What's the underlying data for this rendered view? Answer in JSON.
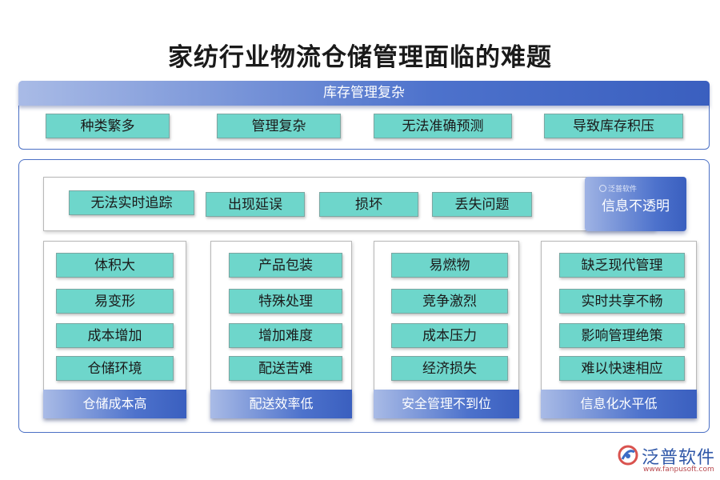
{
  "title": "家纺行业物流仓储管理面临的难题",
  "top_section": {
    "header": "库存管理复杂",
    "items": [
      "种类繁多",
      "管理复杂",
      "无法准确预测",
      "导致库存积压"
    ]
  },
  "info_row": {
    "items": [
      "无法实时追踪",
      "出现延误",
      "损坏",
      "丢失问题"
    ],
    "tag_watermark": "泛普软件",
    "tag_label": "信息不透明"
  },
  "columns": [
    {
      "items": [
        "体积大",
        "易变形",
        "成本增加",
        "仓储环境"
      ],
      "footer": "仓储成本高"
    },
    {
      "items": [
        "产品包装",
        "特殊处理",
        "增加难度",
        "配送苦难"
      ],
      "footer": "配送效率低"
    },
    {
      "items": [
        "易燃物",
        "竞争激烈",
        "成本压力",
        "经济损失"
      ],
      "footer": "安全管理不到位"
    },
    {
      "items": [
        "缺乏现代管理",
        "实时共享不畅",
        "影响管理绝策",
        "难以快速相应"
      ],
      "footer": "信息化水平低"
    }
  ],
  "logo": {
    "name": "泛普软件",
    "url": "www.fanpusoft.com",
    "icon": "fanpu-logo-icon"
  }
}
